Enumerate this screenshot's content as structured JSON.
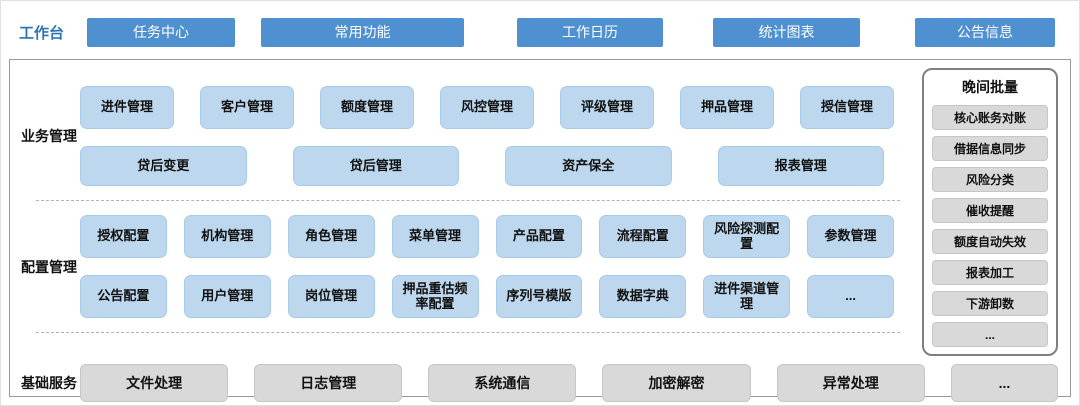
{
  "workbench": {
    "label": "工作台",
    "tabs": [
      "任务中心",
      "常用功能",
      "工作日历",
      "统计图表",
      "公告信息"
    ]
  },
  "business": {
    "label": "业务管理",
    "row1": [
      "进件管理",
      "客户管理",
      "额度管理",
      "风控管理",
      "评级管理",
      "押品管理",
      "授信管理"
    ],
    "row2": [
      "贷后变更",
      "贷后管理",
      "资产保全",
      "报表管理"
    ]
  },
  "config": {
    "label": "配置管理",
    "row1": [
      "授权配置",
      "机构管理",
      "角色管理",
      "菜单管理",
      "产品配置",
      "流程配置",
      "风险探测配置",
      "参数管理"
    ],
    "row2": [
      "公告配置",
      "用户管理",
      "岗位管理",
      "押品重估频率配置",
      "序列号模版",
      "数据字典",
      "进件渠道管理",
      "..."
    ]
  },
  "base": {
    "label": "基础服务",
    "items": [
      "文件处理",
      "日志管理",
      "系统通信",
      "加密解密",
      "异常处理",
      "..."
    ]
  },
  "batch": {
    "title": "晚间批量",
    "items": [
      "核心账务对账",
      "借据信息同步",
      "风险分类",
      "催收提醒",
      "额度自动失效",
      "报表加工",
      "下游卸数",
      "..."
    ]
  },
  "colors": {
    "tab_blue": "#4f90d0",
    "box_blue": "#bdd7ee",
    "box_gray": "#d9d9d9"
  }
}
